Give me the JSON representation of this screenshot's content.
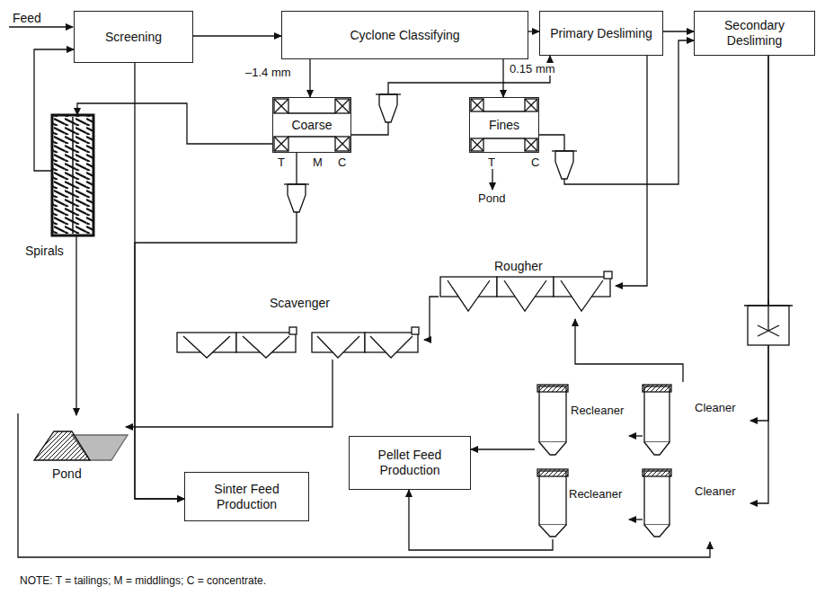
{
  "diagram": {
    "nodes": [
      {
        "text": [
          "Screening"
        ]
      },
      {
        "text": [
          "Cyclone Classifying"
        ]
      },
      {
        "text": [
          "Primary Desliming"
        ]
      },
      {
        "text": [
          "Secondary Desliming"
        ]
      },
      {
        "text": [
          "Coarse"
        ]
      },
      {
        "text": [
          "Fines"
        ]
      },
      {
        "text": [
          "Spirals"
        ]
      },
      {
        "text": [
          "Rougher"
        ]
      },
      {
        "text": [
          "Scavenger"
        ]
      },
      {
        "text": [
          "Recleaner"
        ]
      },
      {
        "text": [
          "Cleaner"
        ]
      },
      {
        "text": [
          "Recleaner"
        ]
      },
      {
        "text": [
          "Cleaner"
        ]
      },
      {
        "text": [
          "Pellet Feed Production"
        ]
      },
      {
        "text": [
          "Pond"
        ]
      },
      {
        "text": [
          "Sinter Feed Production"
        ]
      }
    ],
    "edges": [
      {
        "from": 0,
        "to": 1,
        "arrow": "to"
      },
      {
        "from": 1,
        "to": 2,
        "arrow": "to"
      },
      {
        "from": 2,
        "to": 3,
        "arrow": "to"
      },
      {
        "from": 1,
        "to": 4,
        "label": "–1.4 mm",
        "arrow": "to"
      },
      {
        "from": 1,
        "to": 5,
        "label": "0.15 mm",
        "arrow": "to"
      },
      {
        "from": 0,
        "to": 15,
        "arrow": "to"
      },
      {
        "from": 4,
        "to": 6,
        "arrow": "to"
      },
      {
        "from": 6,
        "to": 0,
        "arrow": "to"
      },
      {
        "from": 6,
        "to": 14,
        "arrow": "to"
      },
      {
        "from": 4,
        "to": 15,
        "arrow": "to"
      },
      {
        "from": 4,
        "to": 2,
        "arrow": "to"
      },
      {
        "from": 5,
        "to": 3,
        "arrow": "to"
      },
      {
        "from": 2,
        "to": 7,
        "arrow": "to"
      },
      {
        "from": 3,
        "to": 10,
        "arrow": "to"
      },
      {
        "from": 3,
        "to": 12,
        "arrow": "to"
      },
      {
        "from": 10,
        "to": 9,
        "arrow": "to"
      },
      {
        "from": 12,
        "to": 11,
        "arrow": "to"
      },
      {
        "from": 10,
        "to": 7,
        "arrow": "to"
      },
      {
        "from": 9,
        "to": 13,
        "arrow": "to"
      },
      {
        "from": 11,
        "to": 13,
        "arrow": "to"
      },
      {
        "from": 7,
        "to": 8,
        "arrow": "to"
      },
      {
        "from": 8,
        "to": 14,
        "arrow": "to"
      }
    ],
    "labels": [
      "Feed",
      "T",
      "M",
      "C",
      "T",
      "C",
      "Pond",
      "NOTE: T = tailings; M = middlings; C = concentrate."
    ]
  }
}
